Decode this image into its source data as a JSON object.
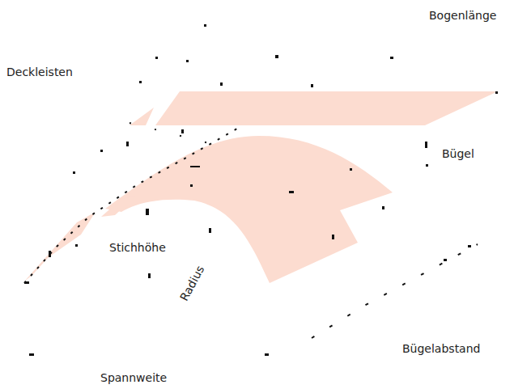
{
  "diagram": {
    "labels": [
      "Bogenlänge",
      "Deckleisten",
      "Bügel",
      "Stichhöhe",
      "Radius",
      "Bügelabstand",
      "Spannweite"
    ]
  }
}
